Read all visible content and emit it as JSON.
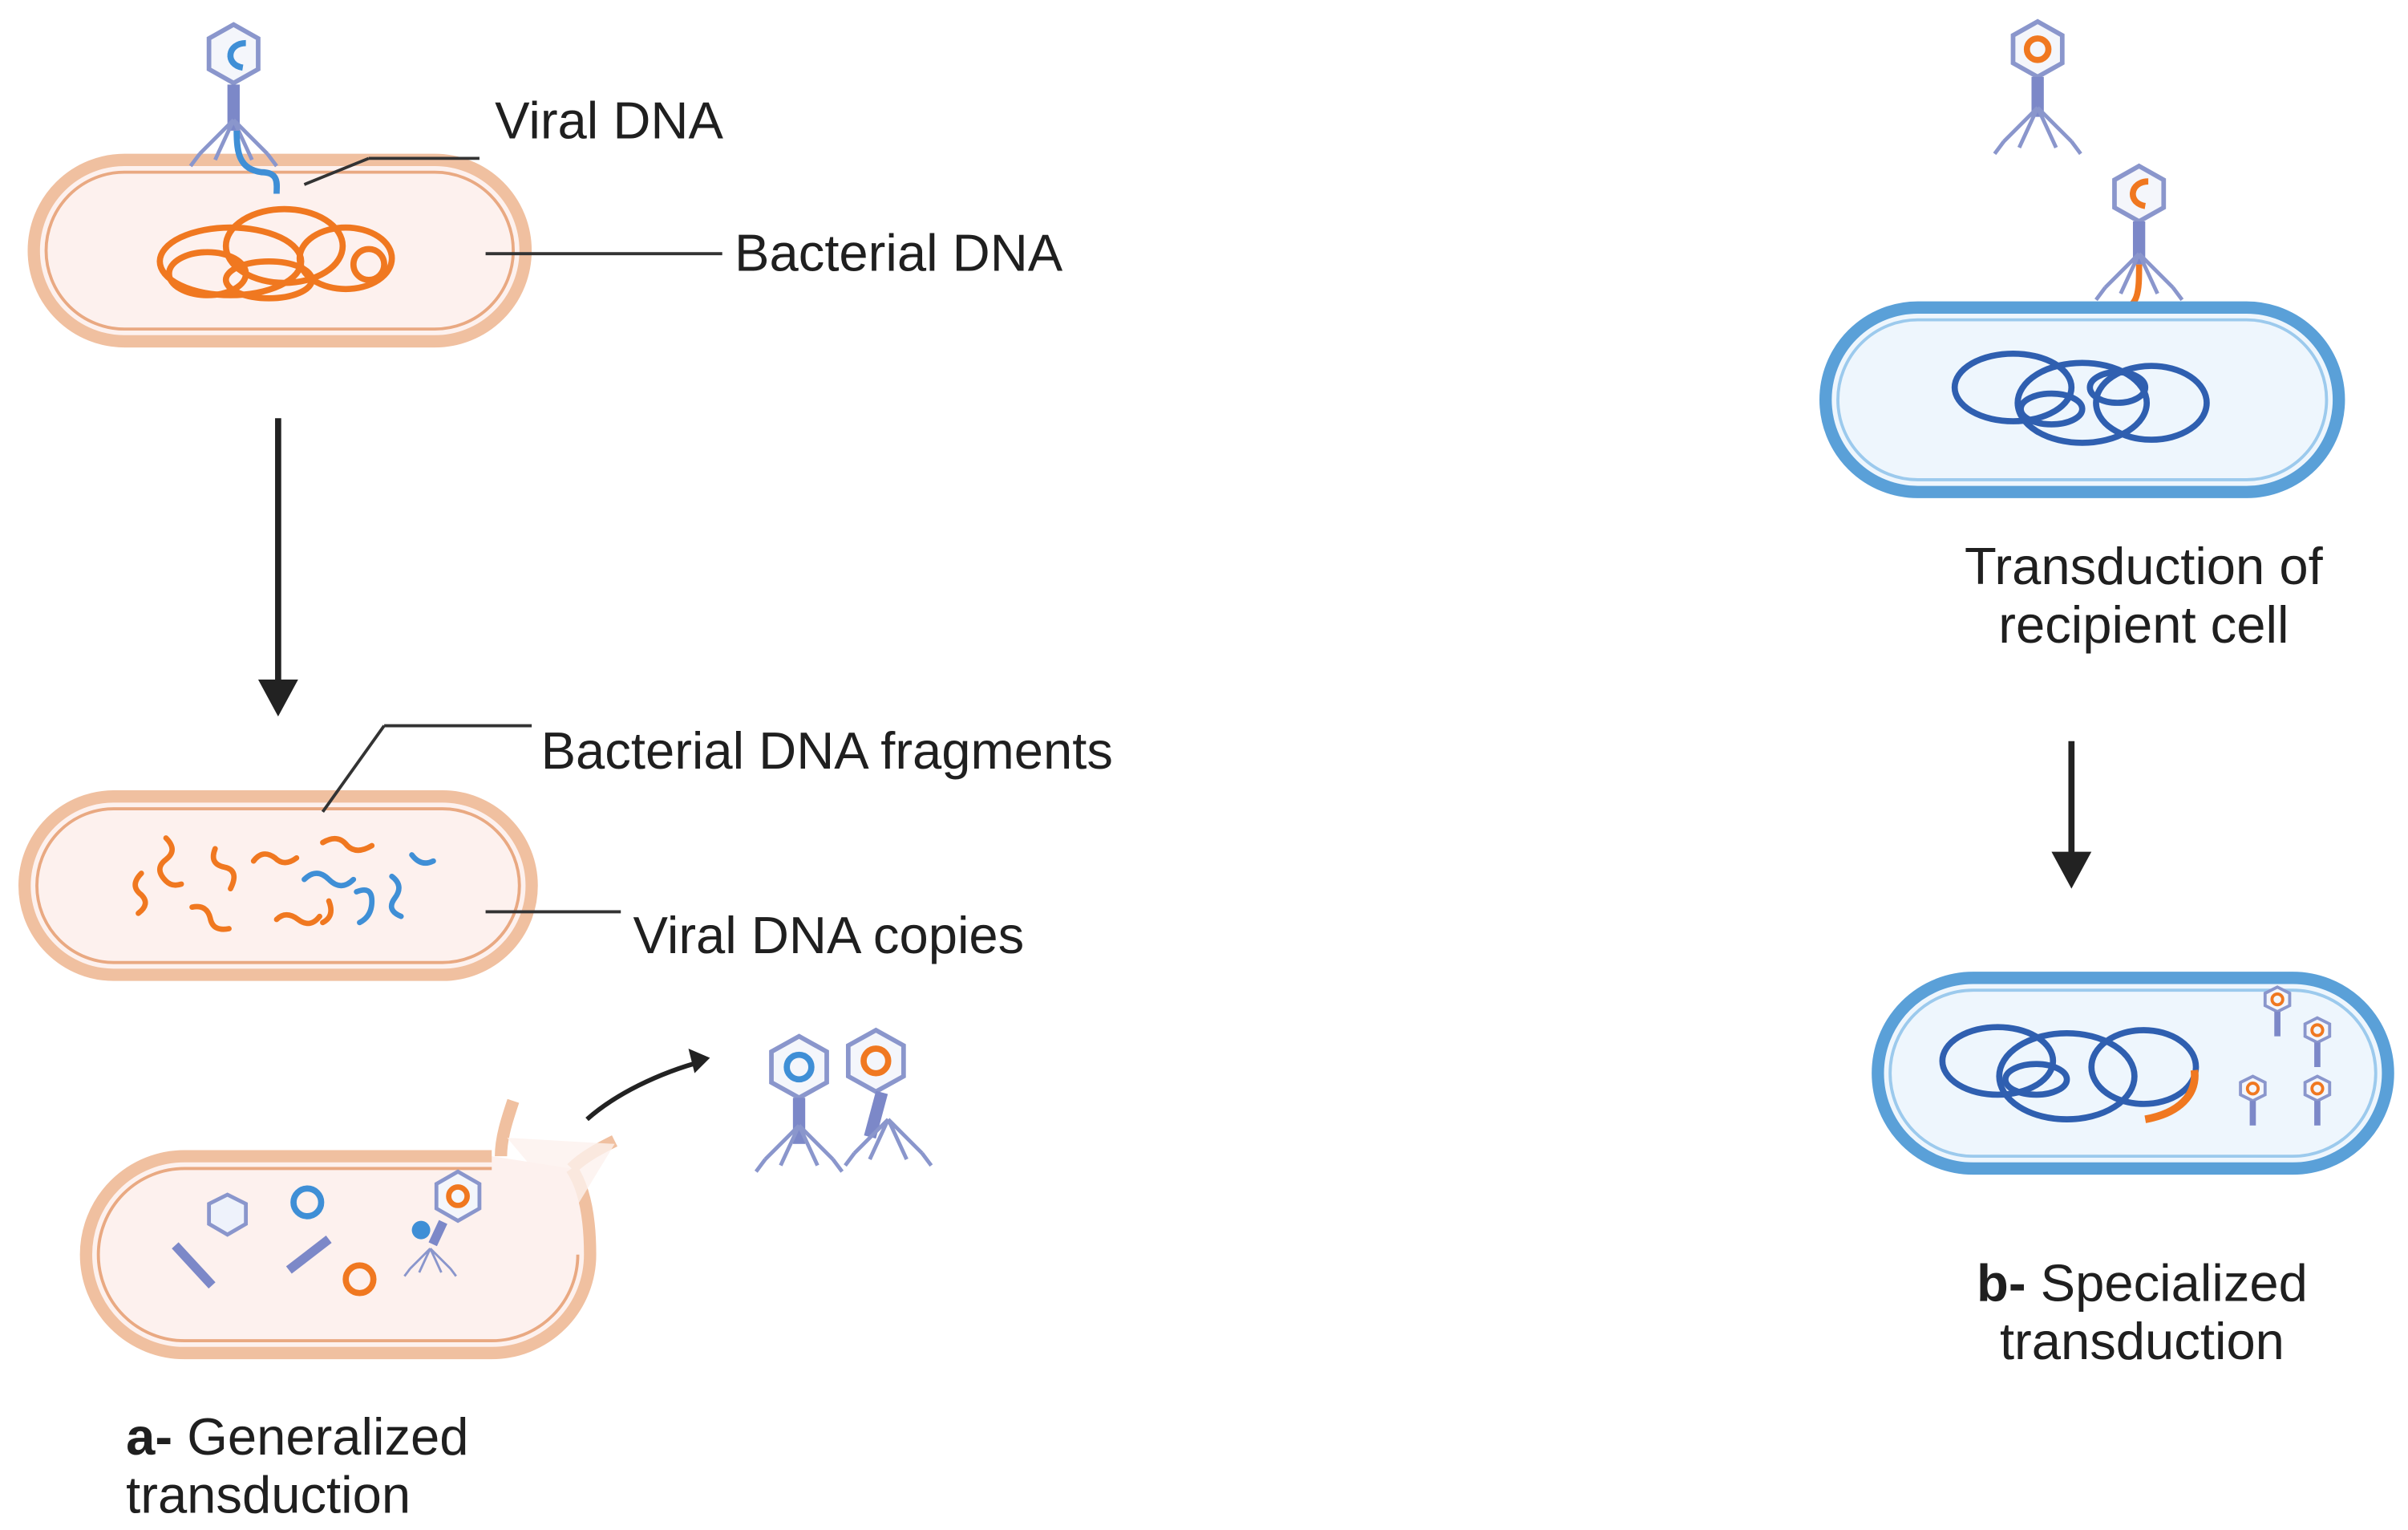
{
  "labels": {
    "viral_dna": "Viral DNA",
    "bacterial_dna": "Bacterial DNA",
    "bacterial_dna_fragments": "Bacterial DNA fragments",
    "viral_dna_copies": "Viral DNA copies",
    "transduction_of": "Transduction of",
    "recipient_cell": "recipient cell"
  },
  "captions": {
    "a_letter": "a-",
    "a_line1": "Generalized",
    "a_line2": "transduction",
    "b_letter": "b-",
    "b_line1": "Specialized",
    "b_line2": "transduction"
  },
  "colors": {
    "donor_membrane": "#f0c0a0",
    "donor_fill": "#fdf1ee",
    "bacterial_dna": "#f07820",
    "viral_dna": "#3f8fd6",
    "recipient_membrane": "#5aa0d8",
    "recipient_fill": "#eef6fd",
    "recipient_dna": "#2f5fb0",
    "phage_body": "#7c88c8",
    "arrow": "#222222"
  }
}
